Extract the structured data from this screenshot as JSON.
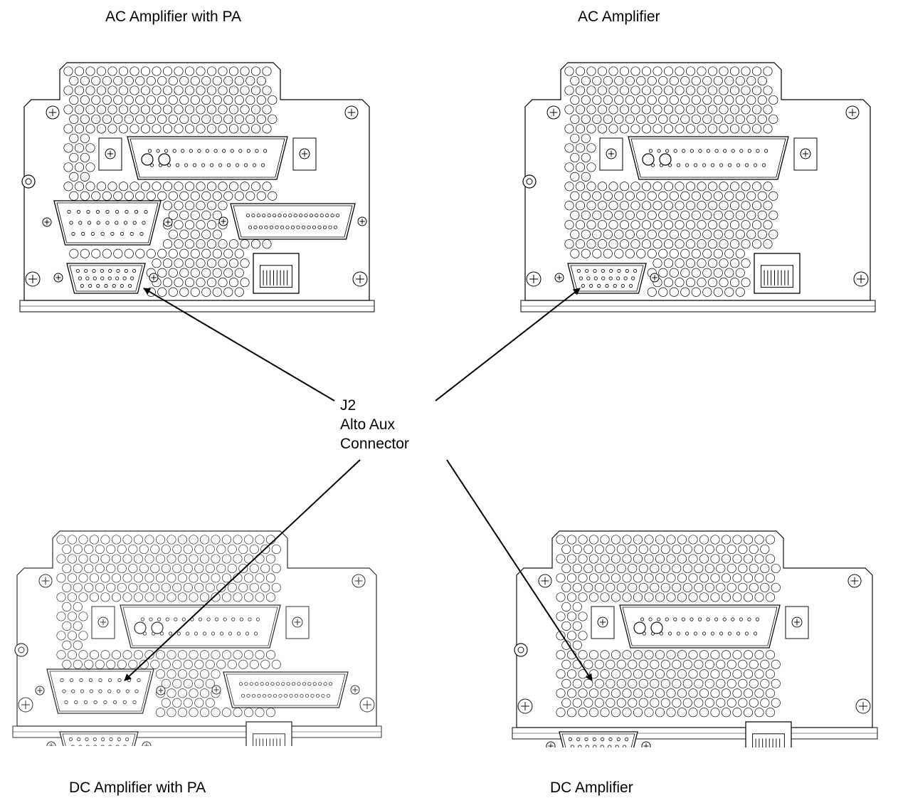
{
  "panels": [
    {
      "key": "ac_pa",
      "label": "AC Amplifier with PA",
      "variant": "pa",
      "color": "#000000"
    },
    {
      "key": "ac",
      "label": "AC Amplifier",
      "variant": "nopa",
      "color": "#000000"
    },
    {
      "key": "dc_pa",
      "label": "DC Amplifier with PA",
      "variant": "pa",
      "color": "#333333"
    },
    {
      "key": "dc",
      "label": "DC Amplifier",
      "variant": "nopa",
      "color": "#111111"
    }
  ],
  "callout": {
    "lines": [
      "J2",
      "Alto Aux",
      "Connector"
    ]
  }
}
